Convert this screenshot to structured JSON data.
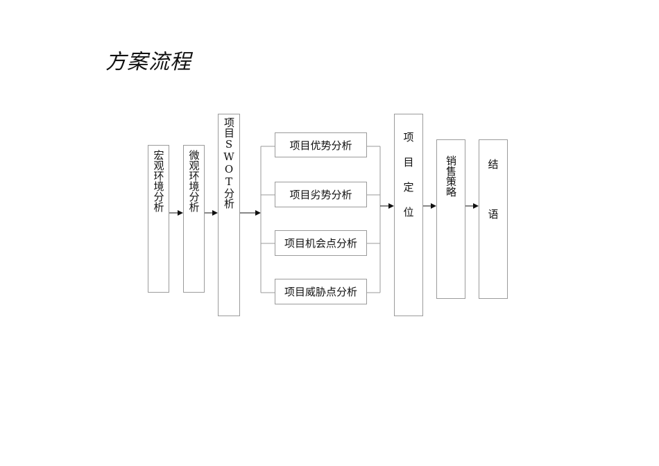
{
  "title": "方案流程",
  "nodes": {
    "macro": "宏观环境分析",
    "micro": "微观环境分析",
    "swot": "项目SWOT分析",
    "strength": "项目优势分析",
    "weakness": "项目劣势分析",
    "opportunity": "项目机会点分析",
    "threat": "项目威胁点分析",
    "positioning": [
      "项",
      "目",
      "定",
      "位"
    ],
    "sales": "销售策略",
    "conclusion": [
      "结",
      "语"
    ]
  }
}
